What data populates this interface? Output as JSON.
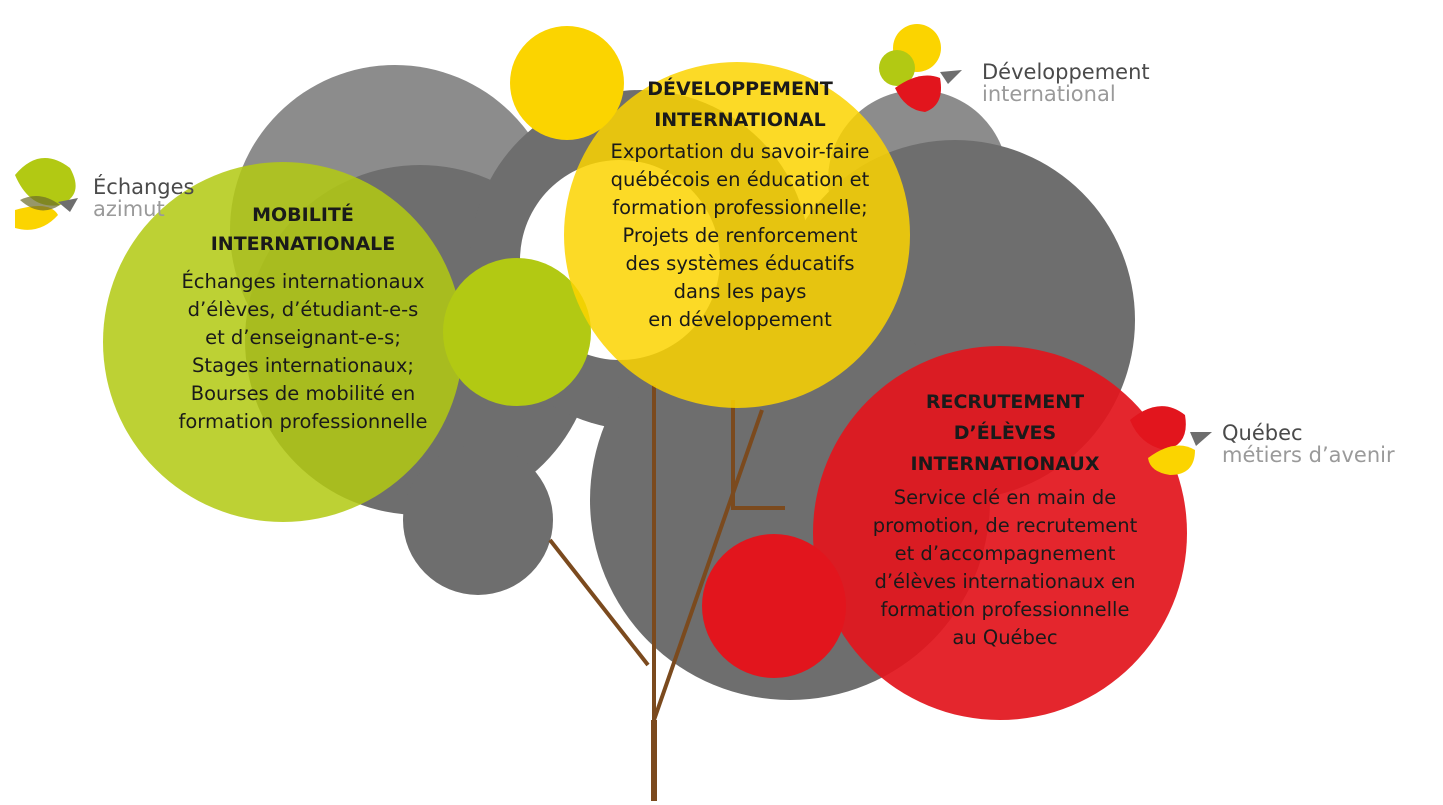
{
  "colors": {
    "gray_light": "#8c8c8c",
    "gray_dark": "#6e6e6e",
    "green": "#b2c913",
    "green_light": "#c3d63a",
    "yellow": "#fbd400",
    "red": "#e2151d",
    "trunk": "#7b4a1e"
  },
  "circles": {
    "mobility": {
      "title_line1": "MOBILITÉ",
      "title_line2": "INTERNATIONALE",
      "lines": [
        "Échanges internationaux",
        "d’élèves, d’étudiant-e-s",
        "et d’enseignant-e-s;",
        "Stages internationaux;",
        "Bourses de mobilité en",
        "formation professionnelle"
      ]
    },
    "development": {
      "title_line1": "DÉVELOPPEMENT",
      "title_line2": "INTERNATIONAL",
      "lines": [
        "Exportation du savoir-faire",
        "québécois en éducation et",
        "formation professionnelle;",
        "Projets de renforcement",
        "des systèmes éducatifs",
        "dans les pays",
        "en développement"
      ]
    },
    "recruitment": {
      "title_line1": "RECRUTEMENT",
      "title_line2": "D’ÉLÈVES",
      "title_line3": "INTERNATIONAUX",
      "lines": [
        "Service clé en main de",
        "promotion, de recrutement",
        "et d’accompagnement",
        "d’élèves internationaux en",
        "formation professionnelle",
        "au Québec"
      ]
    }
  },
  "logos": {
    "echanges": {
      "line1": "Échanges",
      "line2": "azimut",
      "icon": "echanges-azimut-leaf-icon"
    },
    "developpement": {
      "line1": "Développement",
      "line2": "international",
      "icon": "developpement-international-leaf-icon"
    },
    "quebec": {
      "line1": "Québec",
      "line2": "métiers d’avenir",
      "icon": "quebec-metiers-leaf-icon"
    }
  }
}
